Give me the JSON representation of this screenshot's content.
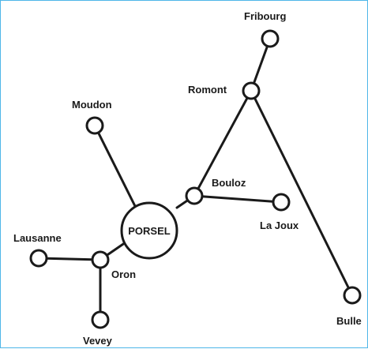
{
  "diagram": {
    "hub": "PORSEL",
    "stations": {
      "fribourg": "Fribourg",
      "romont": "Romont",
      "moudon": "Moudon",
      "bouloz": "Bouloz",
      "la_joux": "La Joux",
      "lausanne": "Lausanne",
      "oron": "Oron",
      "vevey": "Vevey",
      "bulle": "Bulle"
    },
    "connections": [
      [
        "Porsel",
        "Moudon"
      ],
      [
        "Porsel",
        "Bouloz"
      ],
      [
        "Porsel",
        "Oron"
      ],
      [
        "Bouloz",
        "Romont"
      ],
      [
        "Bouloz",
        "La Joux"
      ],
      [
        "Romont",
        "Fribourg"
      ],
      [
        "Romont",
        "Bulle"
      ],
      [
        "Oron",
        "Lausanne"
      ],
      [
        "Oron",
        "Vevey"
      ]
    ]
  }
}
